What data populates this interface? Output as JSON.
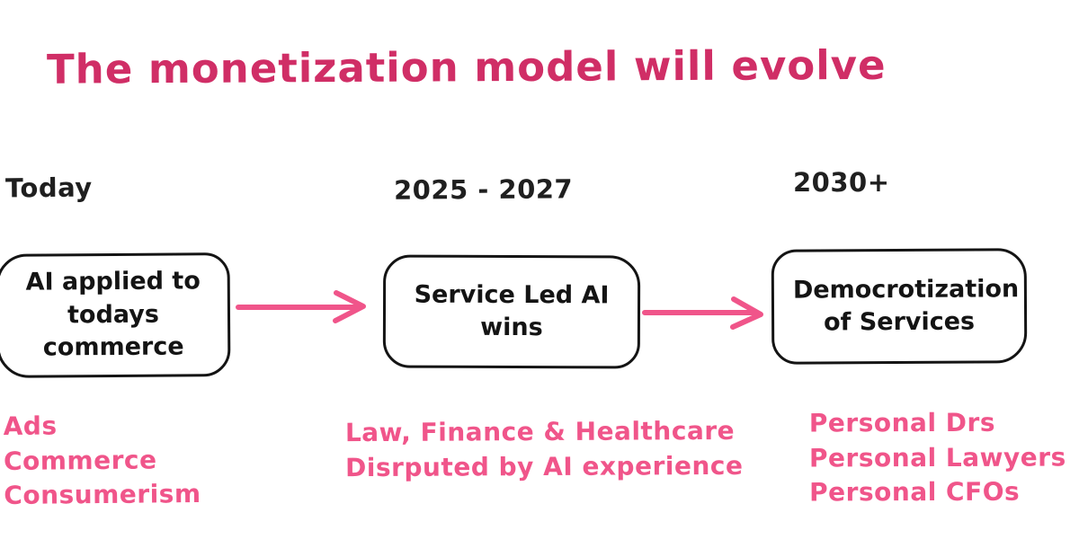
{
  "title": "The monetization model will evolve",
  "colors": {
    "title": "#d02e66",
    "accent": "#f0558a",
    "ink": "#141414",
    "box-border": "#141414"
  },
  "columns": [
    {
      "period": "Today",
      "box": "AI applied to todays commerce",
      "notes": [
        "Ads",
        "Commerce",
        "Consumerism"
      ]
    },
    {
      "period": "2025 - 2027",
      "box": "Service Led AI wins",
      "notes": [
        "Law, Finance & Healthcare",
        "Disrputed by AI experience"
      ]
    },
    {
      "period": "2030+",
      "box": "Democrotization of Services",
      "notes": [
        "Personal Drs",
        "Personal Lawyers",
        "Personal CFOs"
      ]
    }
  ]
}
